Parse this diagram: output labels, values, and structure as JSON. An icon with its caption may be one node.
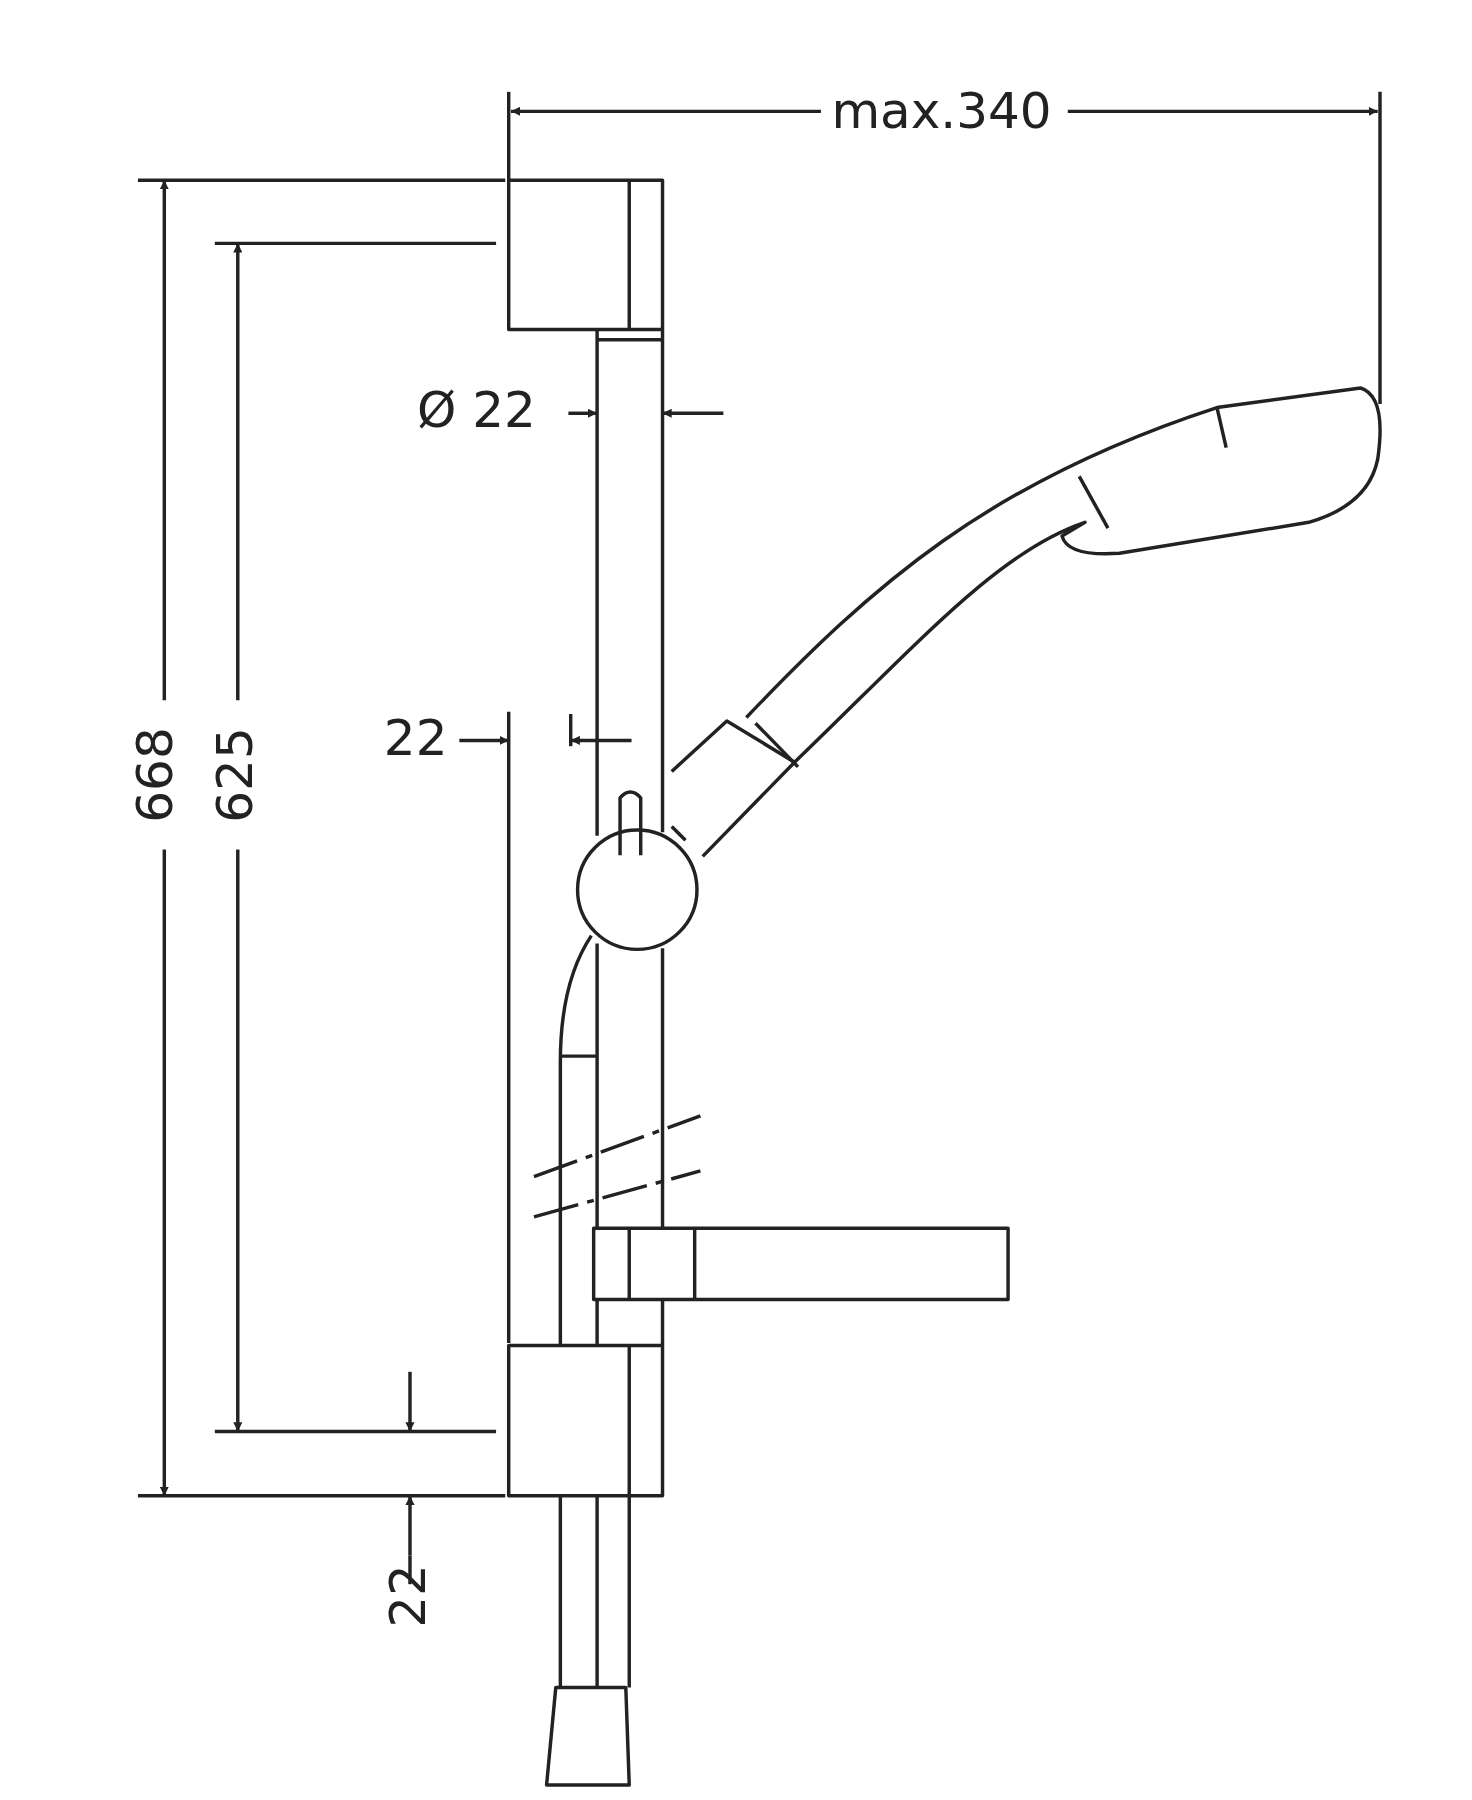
{
  "diagram": {
    "labels": [
      "max.340",
      "Ø 22",
      "22",
      "668",
      "625",
      "22"
    ]
  }
}
